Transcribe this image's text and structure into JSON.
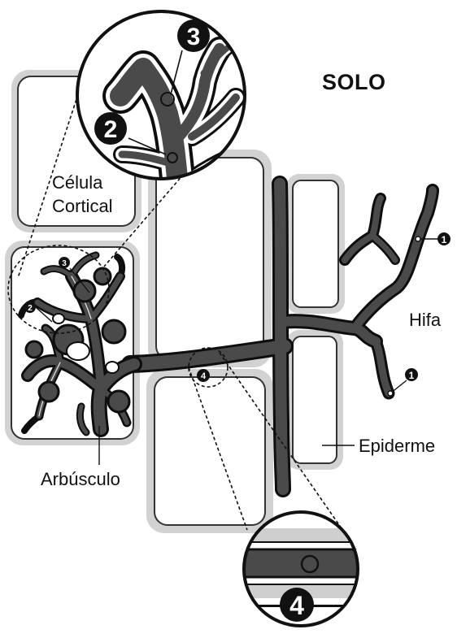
{
  "labels": {
    "title": "SOLO",
    "cell_line1": "Célula",
    "cell_line2": "Cortical",
    "hypha": "Hifa",
    "epidermis": "Epiderme",
    "arbuscule": "Arbúsculo"
  },
  "markers": {
    "m1": "1",
    "m2": "2",
    "m3": "3",
    "m4": "4"
  },
  "colors": {
    "fungus": "#4a4a4a",
    "fungus_outline": "#0e0e0e",
    "cell_wall_halo": "#cfcfcf",
    "cell_wall": "#ffffff",
    "badge": "#111111"
  }
}
